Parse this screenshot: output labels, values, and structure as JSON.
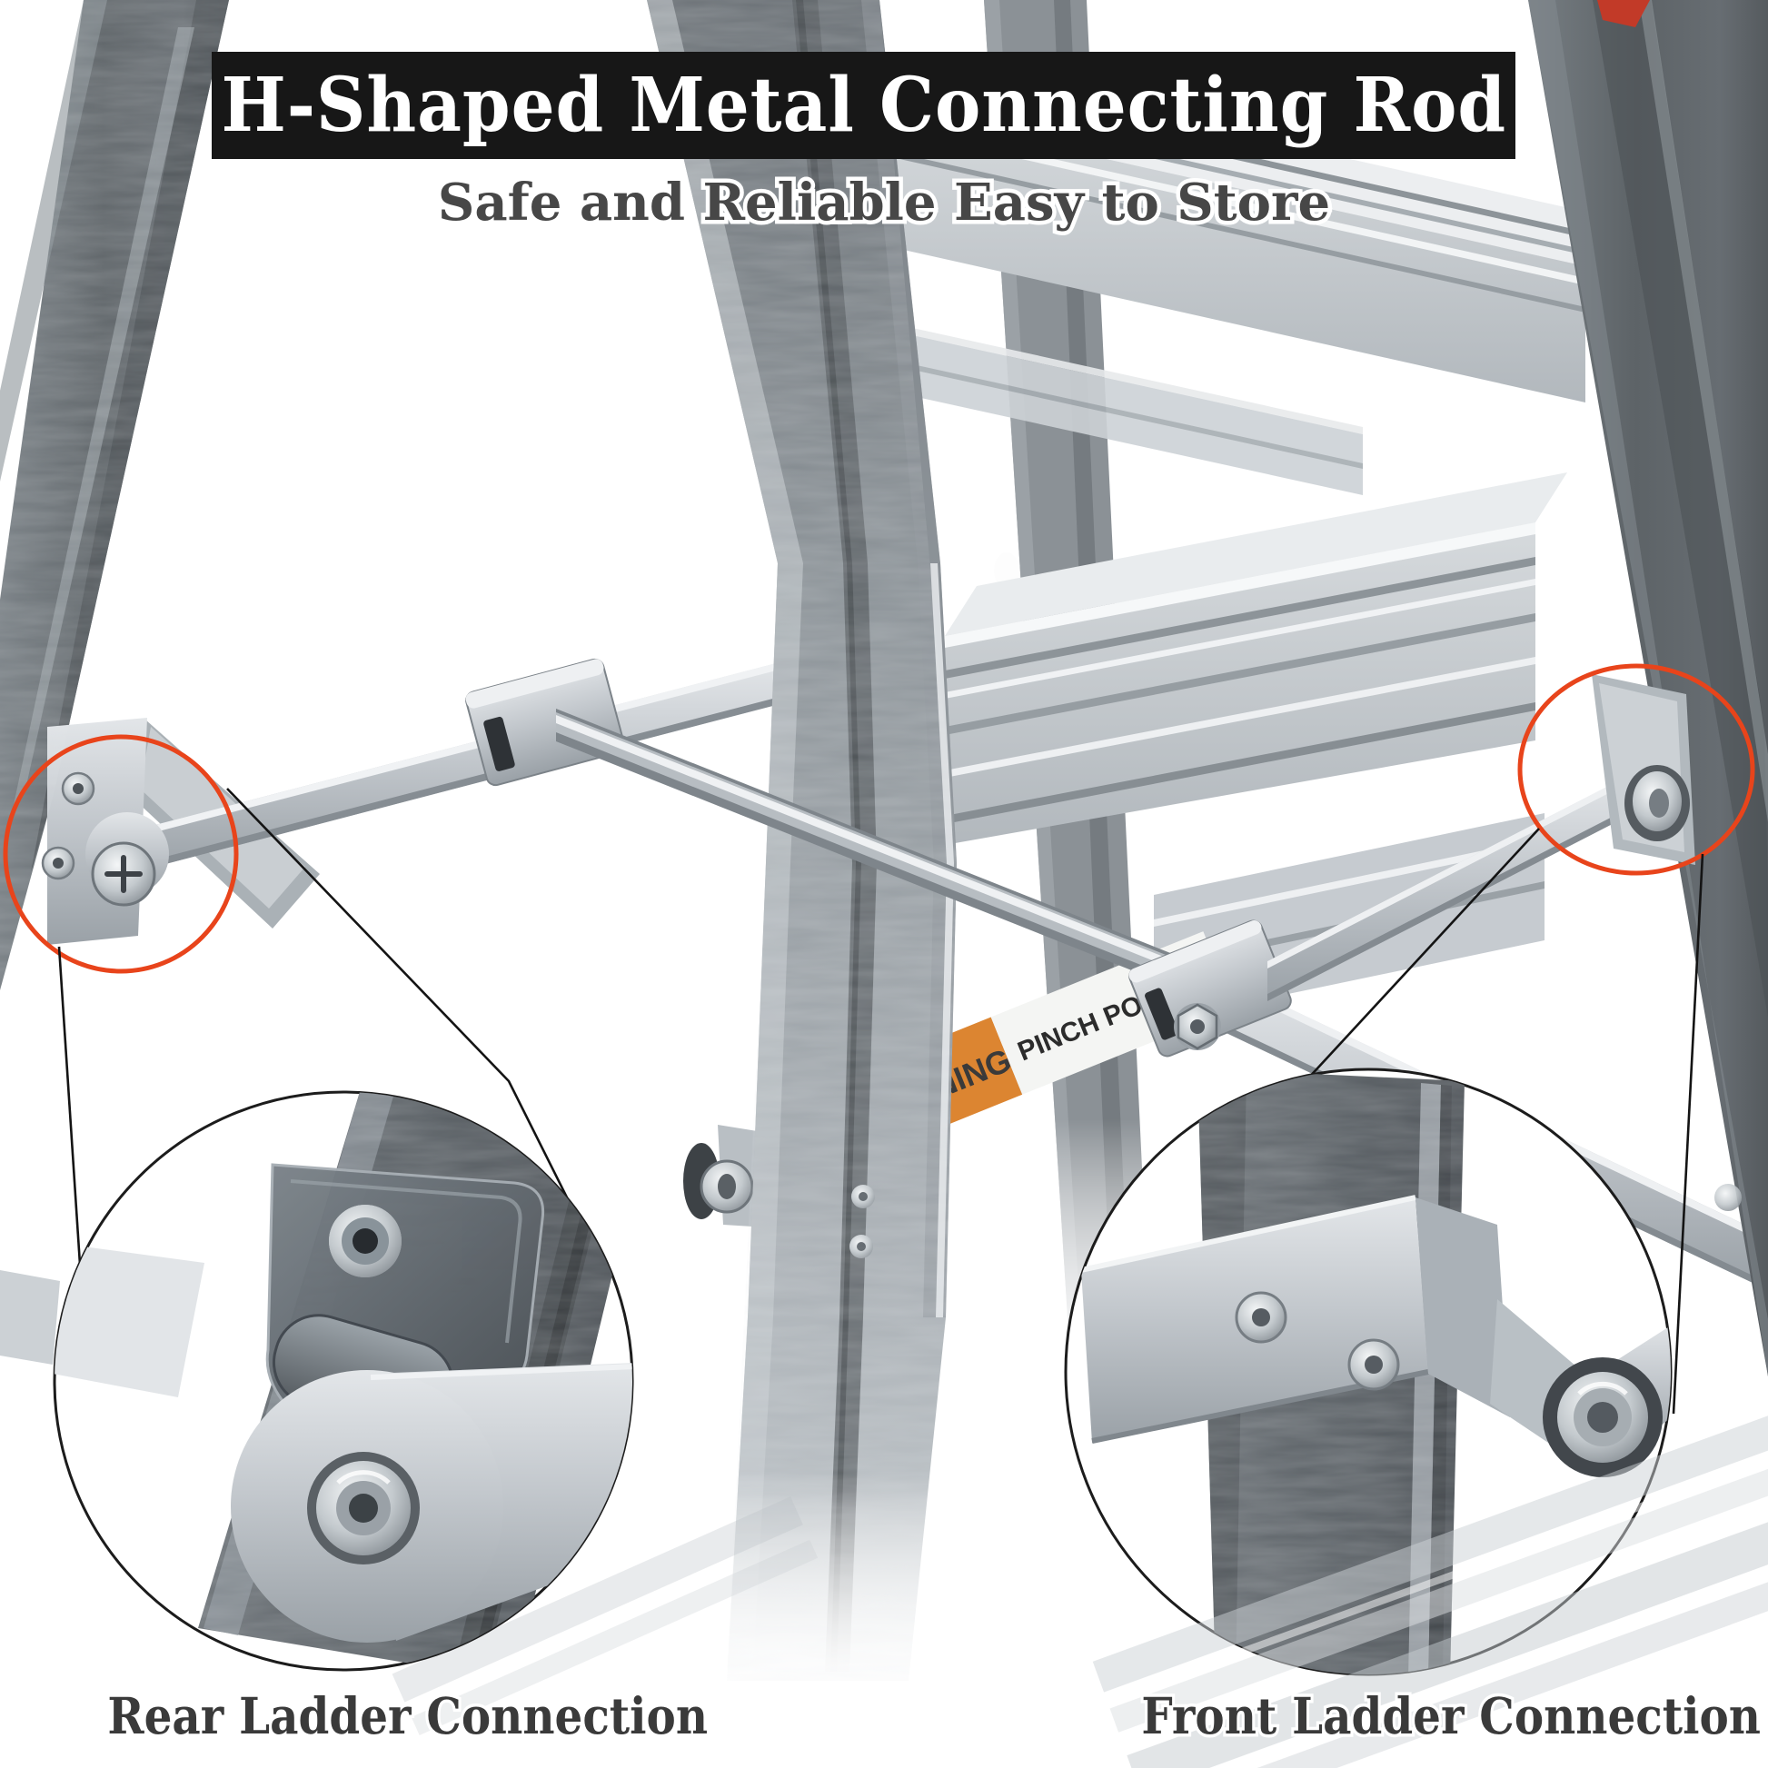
{
  "banner": {
    "title": "H-Shaped Metal Connecting Rod",
    "bg_color": "#171717",
    "text_color": "#ffffff"
  },
  "subtitle": {
    "text": "Safe and Reliable Easy to Store",
    "text_color": "#474747"
  },
  "warning_label": {
    "fragment_left": "NING",
    "main_text": "PINCH POINT",
    "orange_color": "#dc8531",
    "label_bg": "#f4f5f3",
    "text_color": "#2c2c2c"
  },
  "callouts": {
    "left_caption": "Rear Ladder Connection",
    "right_caption": "Front Ladder Connection",
    "ring_color": "#e8441b",
    "leader_line_color": "#141414",
    "caption_color": "#3a3a3a"
  },
  "stickers": {
    "rail_sticker_color": "#c23a28"
  }
}
